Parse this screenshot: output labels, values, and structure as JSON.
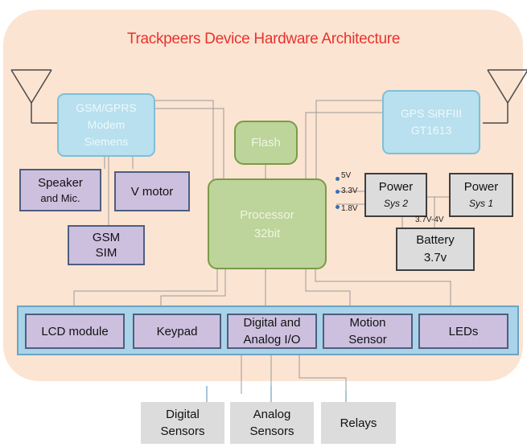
{
  "title": "Trackpeers Device Hardware Architecture",
  "modules": {
    "gsm_modem": [
      "GSM/GPRS",
      "Modem",
      "Siemens"
    ],
    "gps": [
      "GPS SiRFIII",
      "GT1613"
    ],
    "flash": "Flash",
    "processor": [
      "Processor",
      "32bit"
    ],
    "speaker": [
      "Speaker",
      "and Mic."
    ],
    "vmotor": "V motor",
    "gsm_sim": [
      "GSM",
      "SIM"
    ],
    "power2": [
      "Power",
      "Sys 2"
    ],
    "power1": [
      "Power",
      "Sys 1"
    ],
    "battery": [
      "Battery",
      "3.7v"
    ]
  },
  "voltages": [
    "5V",
    "3.3V",
    "1.8V"
  ],
  "battery_voltage_label": "3.7V-4V",
  "bus_modules": {
    "lcd": "LCD module",
    "keypad": "Keypad",
    "io": [
      "Digital and",
      "Analog I/O"
    ],
    "motion": [
      "Motion",
      "Sensor"
    ],
    "leds": "LEDs"
  },
  "external": {
    "digital": [
      "Digital",
      "Sensors"
    ],
    "analog": [
      "Analog",
      "Sensors"
    ],
    "relays": "Relays"
  },
  "colors": {
    "panel": "#fce4d2",
    "title": "#e8332d",
    "comm_module": "#b8e0ee",
    "core_module": "#bdd49a",
    "peripheral": "#cdc0df",
    "power_block": "#dcdcdc",
    "bus": "#a9d3e8"
  },
  "icons": [
    "antenna-icon-left",
    "antenna-icon-right"
  ]
}
